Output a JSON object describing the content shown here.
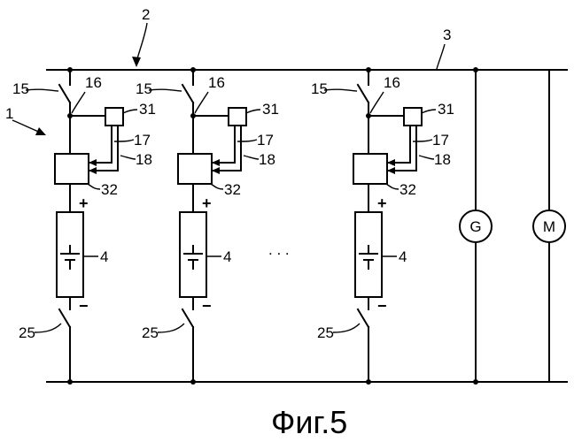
{
  "figure": {
    "caption": "Фиг.5",
    "labels": {
      "system": "2",
      "bus": "3",
      "module": "1",
      "battery": "4",
      "main_switch": "15",
      "tap_line": "16",
      "signal_line_1": "17",
      "signal_line_2": "18",
      "low_switch": "25",
      "sensor": "31",
      "controller": "32",
      "plus": "+",
      "minus": "−",
      "ellipsis": ". . .",
      "generator": "G",
      "motor": "M"
    }
  }
}
